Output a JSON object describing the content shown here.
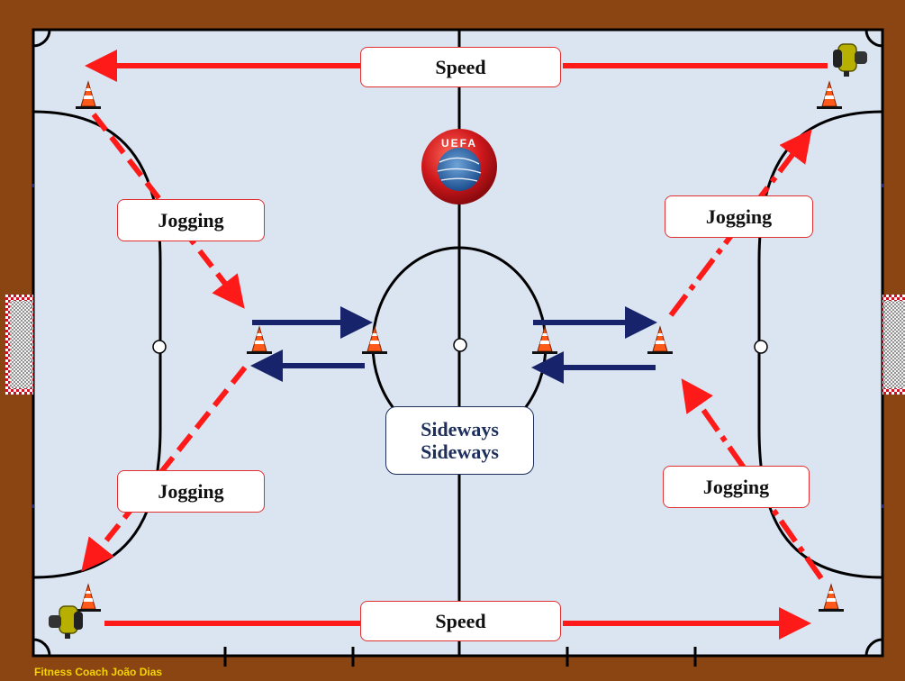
{
  "title": "",
  "labels": {
    "speed_top": "Speed",
    "speed_bottom": "Speed",
    "jog_top_left": "Jogging",
    "jog_top_right": "Jogging",
    "jog_bottom_left": "Jogging",
    "jog_bottom_right": "Jogging",
    "sideways_line1": "Sideways",
    "sideways_line2": "Sideways"
  },
  "logo": {
    "text": "UEFA",
    "icon": "uefa-logo"
  },
  "credit": "Fitness Coach  João Dias",
  "colors": {
    "surround": "#8B4513",
    "court": "#dbe5f1",
    "lines": "#000000",
    "run_arrow": "#ff1a1a",
    "sideways_arrow": "#17246b",
    "credit_text": "#f5d400"
  },
  "icons": [
    "cone-icon",
    "speed-trap-icon",
    "goal-net-icon",
    "arrow-icon"
  ]
}
